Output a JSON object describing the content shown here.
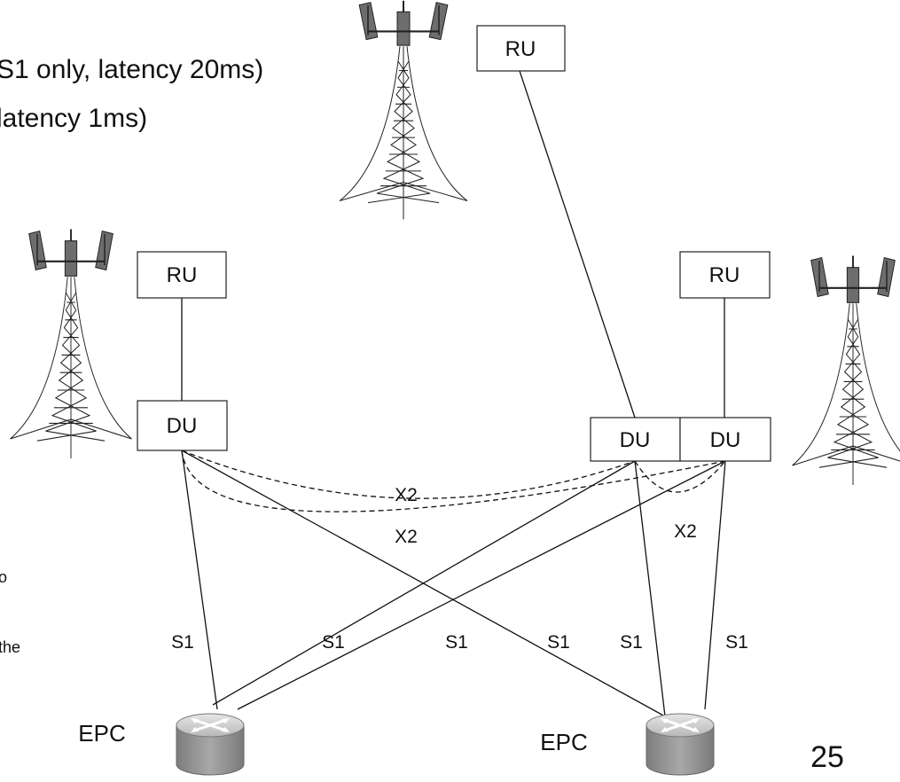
{
  "header": {
    "line1": "S1 only, latency 20ms)",
    "line2": "latency 1ms)"
  },
  "boxes": {
    "ru_top": "RU",
    "ru_left": "RU",
    "ru_right": "RU",
    "du_left": "DU",
    "du_right_a": "DU",
    "du_right_b": "DU"
  },
  "links": {
    "x2_a": "X2",
    "x2_b": "X2",
    "x2_c": "X2",
    "s1": [
      "S1",
      "S1",
      "S1",
      "S1",
      "S1",
      "S1"
    ]
  },
  "epc": {
    "left": "EPC",
    "right": "EPC"
  },
  "side_text": {
    "line1": "o",
    "line2": "the"
  },
  "page_number": "25",
  "icons": {
    "tower": "cell-tower-icon",
    "router": "router-icon"
  },
  "colors": {
    "router_body": "#9a9a9a",
    "router_top": "#d4d4d4"
  }
}
